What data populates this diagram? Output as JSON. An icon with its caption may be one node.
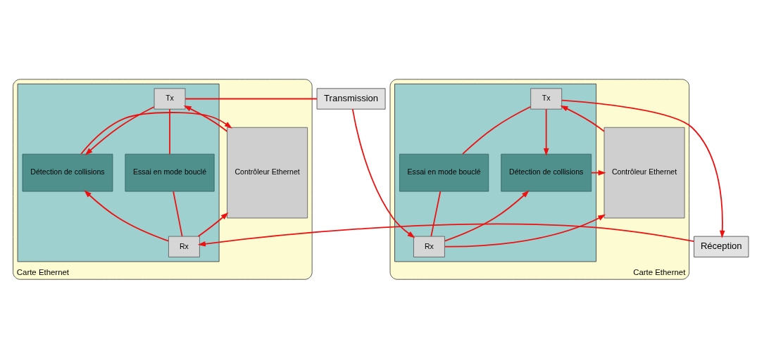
{
  "diagram": {
    "nodes": [
      {
        "text": [
          "Carte Ethernet"
        ]
      },
      {
        "text": [
          "Contrôleur Ethernet"
        ],
        "in": 0
      },
      {
        "text": [],
        "shape": "box",
        "in": 0
      },
      {
        "text": [
          "Tx"
        ],
        "in": 2
      },
      {
        "text": [
          "Détection de collisions"
        ],
        "in": 2
      },
      {
        "text": [
          "Essai en mode bouclé"
        ],
        "in": 2
      },
      {
        "text": [
          "Rx"
        ],
        "in": 2
      },
      {
        "text": [
          "Transmission"
        ]
      },
      {
        "text": [
          "Réception"
        ]
      },
      {
        "text": [
          "Carte Ethernet"
        ]
      },
      {
        "text": [],
        "shape": "box",
        "in": 9
      },
      {
        "text": [
          "Tx"
        ],
        "in": 10
      },
      {
        "text": [
          "Essai en mode bouclé"
        ],
        "in": 10
      },
      {
        "text": [
          "Détection de collisions"
        ],
        "in": 10
      },
      {
        "text": [
          "Rx"
        ],
        "in": 10
      },
      {
        "text": [
          "Contrôleur Ethernet"
        ],
        "in": 9
      }
    ],
    "edges": [
      {
        "from": 1,
        "to": 3,
        "arrow": "to"
      },
      {
        "from": 3,
        "to": 4,
        "arrow": "to"
      },
      {
        "from": 3,
        "to": 5,
        "arrow": "none"
      },
      {
        "from": 5,
        "to": 6,
        "arrow": "none"
      },
      {
        "from": 6,
        "to": 4,
        "arrow": "to"
      },
      {
        "from": 4,
        "to": 1,
        "arrow": "to"
      },
      {
        "from": 6,
        "to": 1,
        "arrow": "to"
      },
      {
        "from": 3,
        "to": 7,
        "arrow": "none"
      },
      {
        "from": 7,
        "to": 14,
        "arrow": "to"
      },
      {
        "from": 15,
        "to": 11,
        "arrow": "to"
      },
      {
        "from": 11,
        "to": 8,
        "arrow": "to"
      },
      {
        "from": 8,
        "to": 6,
        "arrow": "to"
      },
      {
        "from": 11,
        "to": 13,
        "arrow": "to"
      },
      {
        "from": 11,
        "to": 12,
        "arrow": "none"
      },
      {
        "from": 12,
        "to": 14,
        "arrow": "none"
      },
      {
        "from": 14,
        "to": 13,
        "arrow": "to"
      },
      {
        "from": 13,
        "to": 15,
        "arrow": "to"
      },
      {
        "from": 14,
        "to": 15,
        "arrow": "to"
      }
    ]
  }
}
